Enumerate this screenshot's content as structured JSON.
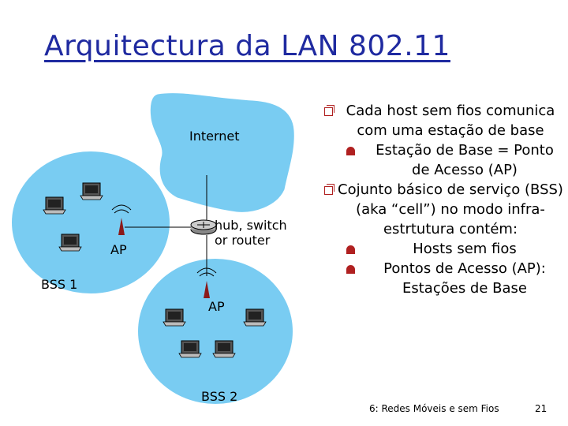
{
  "title": "Arquitectura da LAN 802.11",
  "diagram": {
    "internet_label": "Internet",
    "hub_label_line1": "hub, switch",
    "hub_label_line2": "or router",
    "ap_label_left": "AP",
    "ap_label_right": "AP",
    "bss1_label": "BSS 1",
    "bss2_label": "BSS 2"
  },
  "bullets": [
    {
      "text": "Cada host sem fios comunica com uma estação de base",
      "sub": [
        "Estação de Base = Ponto de Acesso (AP)"
      ]
    },
    {
      "text": "Cojunto básico de serviço (BSS) (aka “cell”) no modo infra-estrtutura contém:",
      "sub": [
        "Hosts sem fios",
        "Pontos de Acesso (AP): Estações de Base"
      ]
    }
  ],
  "footer": {
    "course": "6: Redes Móveis e sem Fios",
    "page": "21"
  },
  "colors": {
    "title": "#1f2aa0",
    "cell_fill": "#79ccf2",
    "bullet": "#b02020"
  },
  "icons": [
    "internet-cloud-icon",
    "router-icon",
    "access-point-icon",
    "laptop-icon"
  ]
}
